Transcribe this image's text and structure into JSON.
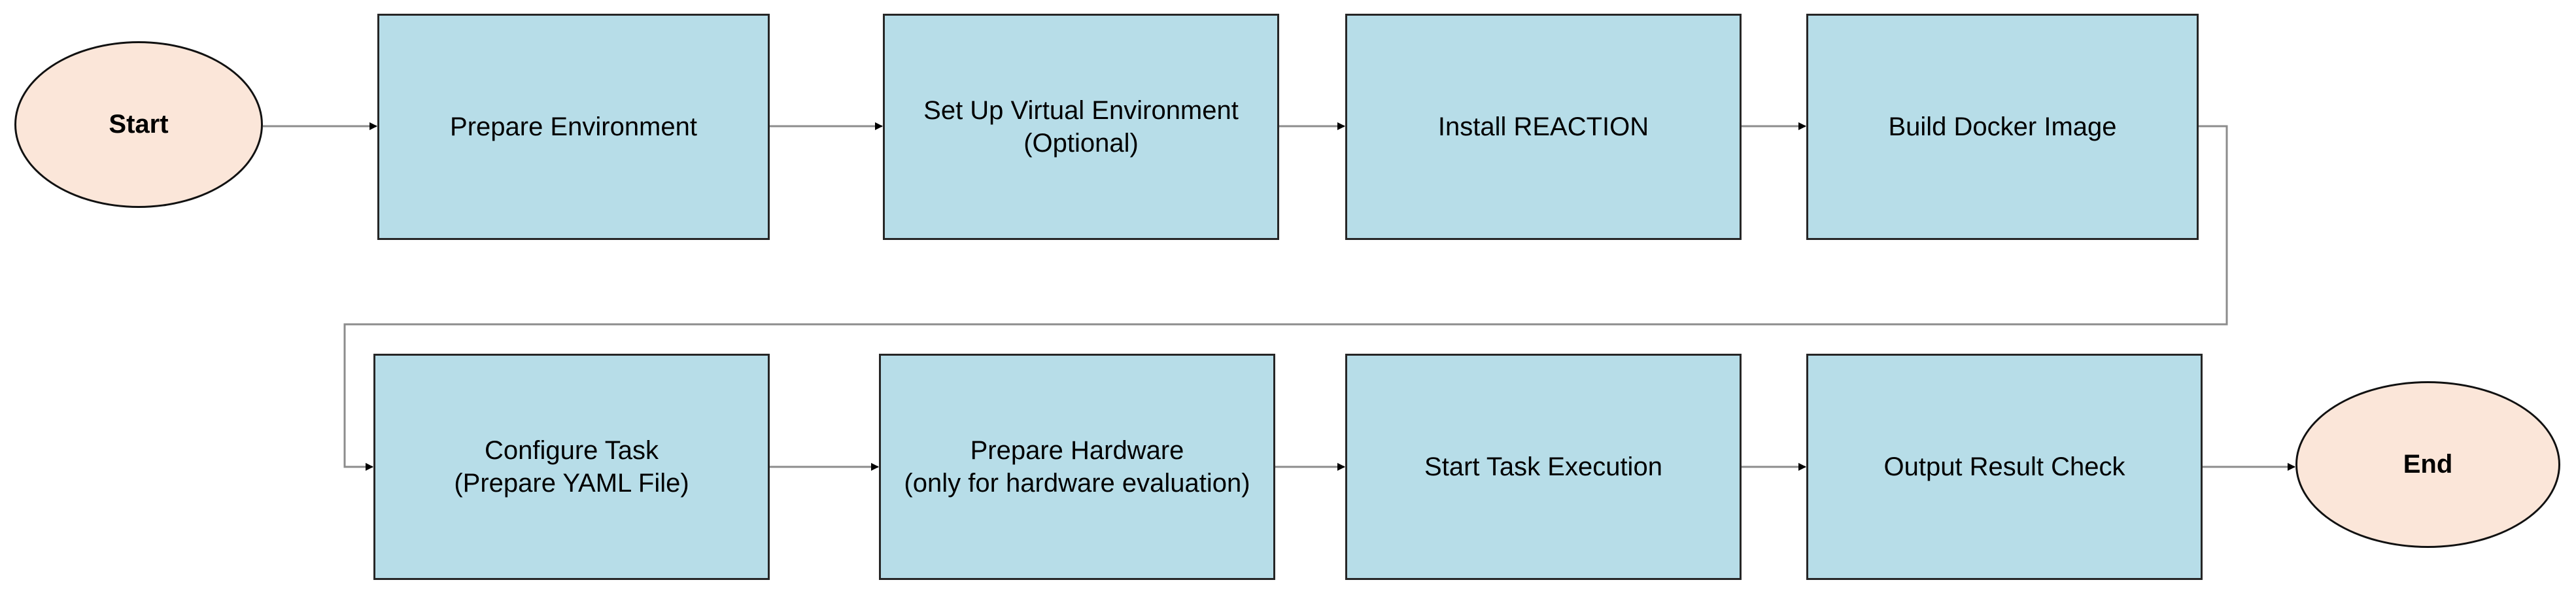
{
  "diagram": {
    "start": {
      "label": "Start"
    },
    "end": {
      "label": "End"
    },
    "steps": [
      {
        "line1": "Prepare Environment",
        "line2": ""
      },
      {
        "line1": "Set Up Virtual Environment",
        "line2": "(Optional)"
      },
      {
        "line1": "Install REACTION",
        "line2": ""
      },
      {
        "line1": "Build Docker Image",
        "line2": ""
      },
      {
        "line1": "Configure Task",
        "line2": "(Prepare YAML File)"
      },
      {
        "line1": "Prepare Hardware",
        "line2": "(only for hardware evaluation)"
      },
      {
        "line1": "Start Task Execution",
        "line2": ""
      },
      {
        "line1": "Output Result Check",
        "line2": ""
      }
    ],
    "colors": {
      "process_fill": "#b7dde8",
      "terminal_fill": "#fbe6d9",
      "border": "#262626",
      "connector": "#8c8c8c",
      "arrowhead": "#000000"
    }
  }
}
